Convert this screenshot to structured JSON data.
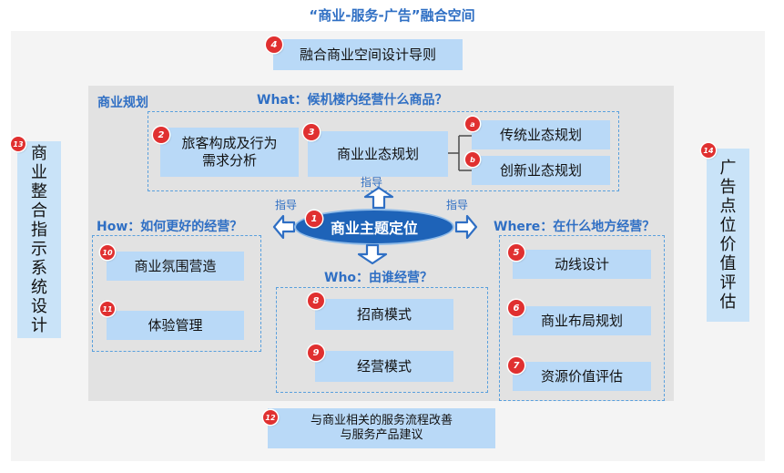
{
  "title": "“商业-服务-广告”融合空间",
  "left_panel": {
    "number": "13",
    "text": "商业整合指示系统设计"
  },
  "right_panel": {
    "number": "14",
    "text": "广告点位价值评估"
  },
  "top_box": {
    "number": "4",
    "text": "融合商业空间设计导则"
  },
  "bottom_box": {
    "number": "12",
    "line1": "与商业相关的服务流程改善",
    "line2": "与服务产品建议"
  },
  "section_commercial_planning": "商业规划",
  "what": {
    "label": "What：候机楼内经营什么商品？",
    "passenger": {
      "number": "2",
      "line1": "旅客构成及行为",
      "line2": "需求分析"
    },
    "format": {
      "number": "3",
      "text": "商业业态规划"
    },
    "traditional": {
      "number": "a",
      "text": "传统业态规划"
    },
    "innovative": {
      "number": "b",
      "text": "创新业态规划"
    }
  },
  "center": {
    "number": "1",
    "text": "商业主题定位",
    "guide_top": "指导",
    "guide_left": "指导",
    "guide_right": "指导"
  },
  "how": {
    "label": "How：如何更好的经营？",
    "atmosphere": {
      "number": "10",
      "text": "商业氛围营造"
    },
    "experience": {
      "number": "11",
      "text": "体验管理"
    }
  },
  "who": {
    "label": "Who：由谁经营？",
    "investment": {
      "number": "8",
      "text": "招商模式"
    },
    "operation": {
      "number": "9",
      "text": "经营模式"
    }
  },
  "where": {
    "label": "Where：在什么地方经营？",
    "flow": {
      "number": "5",
      "text": "动线设计"
    },
    "layout": {
      "number": "6",
      "text": "商业布局规划"
    },
    "resource": {
      "number": "7",
      "text": "资源价值评估"
    }
  }
}
